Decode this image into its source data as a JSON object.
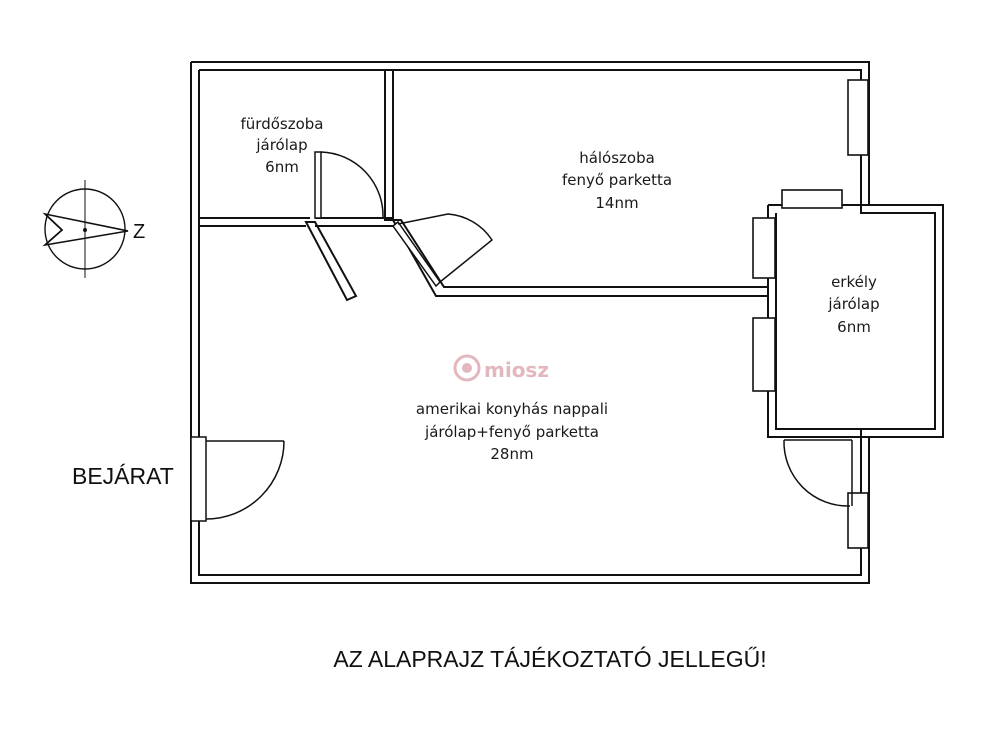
{
  "rooms": {
    "bathroom": {
      "name": "fürdőszoba",
      "floor": "járólap",
      "area": "6nm"
    },
    "bedroom": {
      "name": "hálószoba",
      "floor": "fenyő parketta",
      "area": "14nm"
    },
    "balcony": {
      "name": "erkély",
      "floor": "járólap",
      "area": "6nm"
    },
    "living": {
      "name": "amerikai konyhás nappali",
      "floor": "járólap+fenyő parketta",
      "area": "28nm"
    }
  },
  "entrance_label": "BEJÁRAT",
  "compass_letter": "Z",
  "disclaimer": "AZ ALAPRAJZ TÁJÉKOZTATÓ JELLEGŰ!",
  "watermark": {
    "text": "miosz",
    "color": "#d9a0a8"
  },
  "colors": {
    "wall": "#111111",
    "glass": "#555555",
    "background": "#ffffff"
  }
}
